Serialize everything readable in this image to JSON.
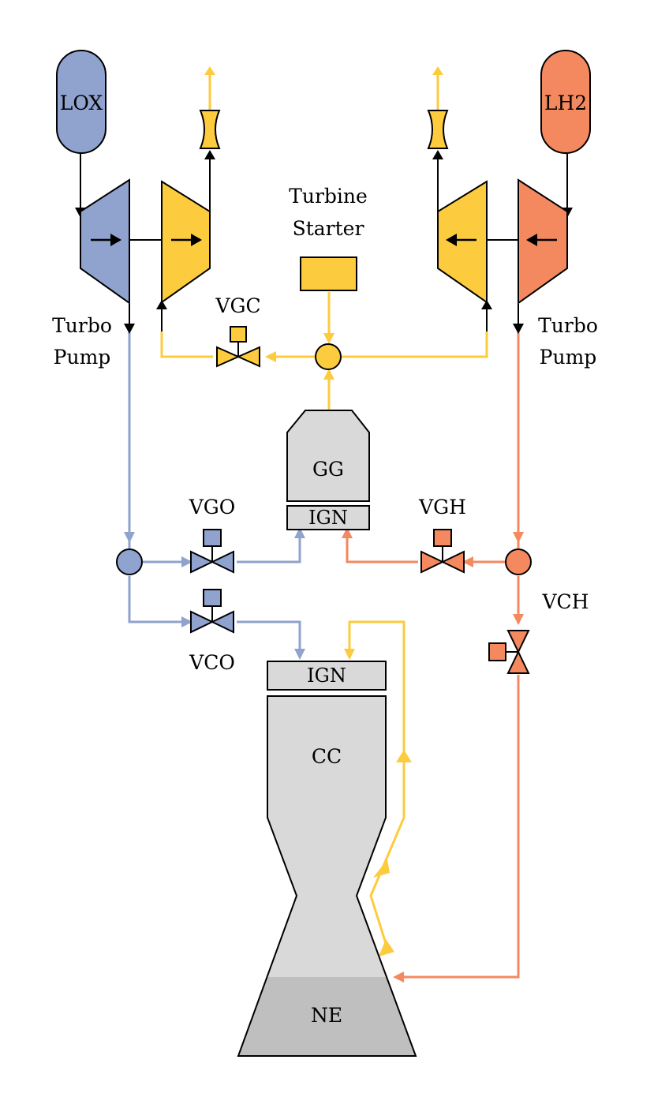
{
  "labels": {
    "lox": "LOX",
    "lh2": "LH2",
    "turbine_starter_1": "Turbine",
    "turbine_starter_2": "Starter",
    "turbo_left_1": "Turbo",
    "turbo_left_2": "Pump",
    "turbo_right_1": "Turbo",
    "turbo_right_2": "Pump",
    "vgc": "VGC",
    "gg": "GG",
    "ign_gg": "IGN",
    "vgo": "VGO",
    "vgh": "VGH",
    "vch": "VCH",
    "vco": "VCO",
    "ign_cc": "IGN",
    "cc": "CC",
    "ne": "NE"
  },
  "colors": {
    "oxidizer": "#8FA3CE",
    "fuel": "#F4895F",
    "gas": "#FDCB3E",
    "chamber": "#D9D9D9",
    "nozzle_exit": "#BFBFBF",
    "line": "#000000"
  }
}
